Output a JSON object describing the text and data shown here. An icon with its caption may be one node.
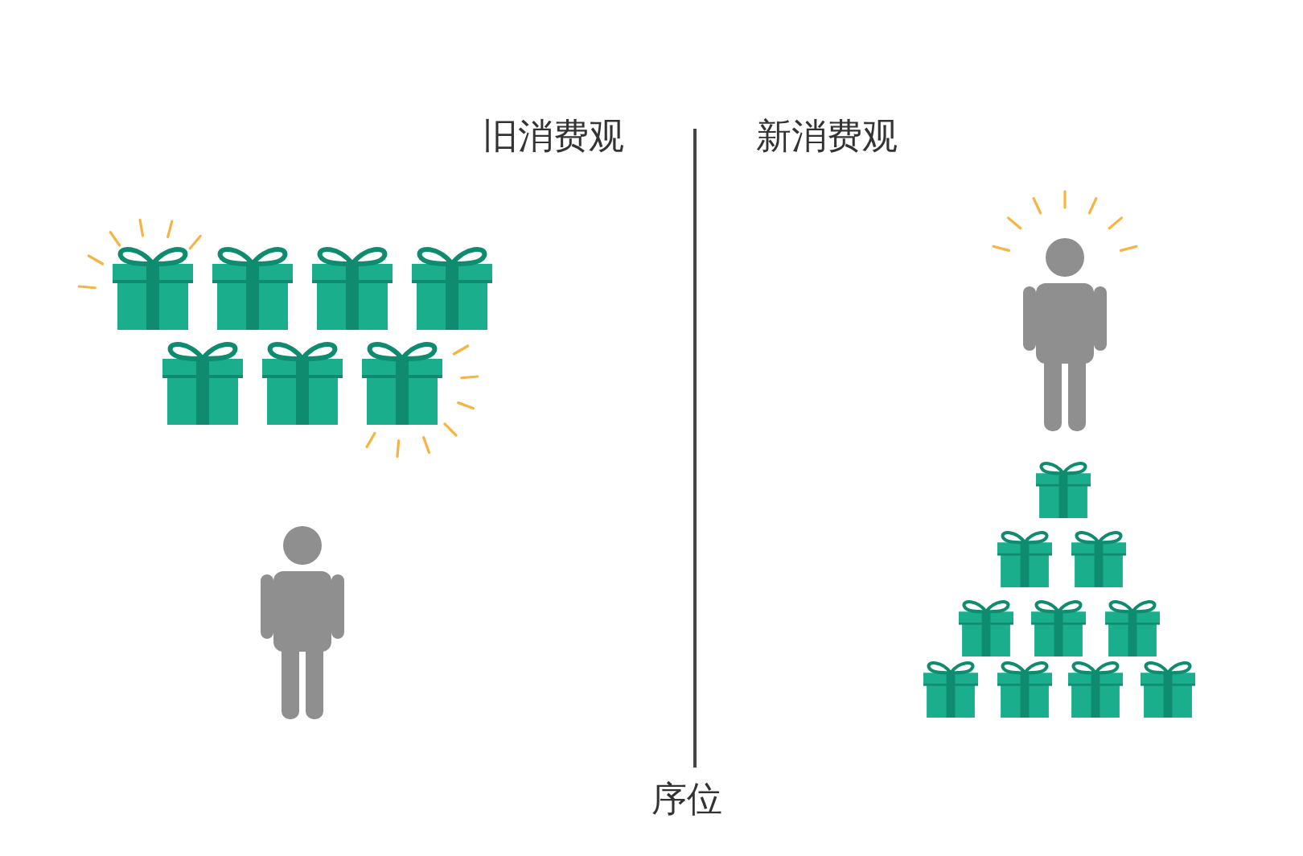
{
  "diagram": {
    "labels": [
      "旧消费观",
      "新消费观",
      "序位"
    ]
  }
}
